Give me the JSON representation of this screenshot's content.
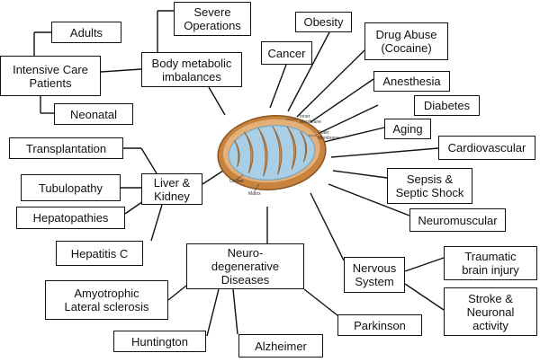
{
  "nodes": {
    "adults": "Adults",
    "icu": "Intensive Care\nPatients",
    "neonatal": "Neonatal",
    "severe_operations": "Severe\nOperations",
    "body_metabolic": "Body metabolic\nimbalances",
    "cancer": "Cancer",
    "obesity": "Obesity",
    "drug_abuse": "Drug Abuse\n(Cocaine)",
    "anesthesia": "Anesthesia",
    "diabetes": "Diabetes",
    "aging": "Aging",
    "cardiovascular": "Cardiovascular",
    "sepsis": "Sepsis &\nSeptic Shock",
    "neuromuscular": "Neuromuscular",
    "transplantation": "Transplantation",
    "tubulopathy": "Tubulopathy",
    "hepatopathies": "Hepatopathies",
    "hepatitis_c": "Hepatitis C",
    "liver_kidney": "Liver &\nKidney",
    "neuro": "Neuro-\ndegenerative\nDiseases",
    "amyotrophic": "Amyotrophic\nLateral sclerosis",
    "huntington": "Huntington",
    "alzheimer": "Alzheimer",
    "parkinson": "Parkinson",
    "nervous_system": "Nervous\nSystem",
    "traumatic": "Traumatic\nbrain injury",
    "stroke": "Stroke &\nNeuronal\nactivity"
  },
  "mito_labels": {
    "inner": "Inner\nMembrane",
    "outer": "Outer\nMembrane",
    "cristae": "Cristae",
    "matrix": "Matrix"
  },
  "colors": {
    "outer_membrane": "#c8843e",
    "matrix": "#a9cfe6",
    "cristae": "#d99a5a"
  }
}
